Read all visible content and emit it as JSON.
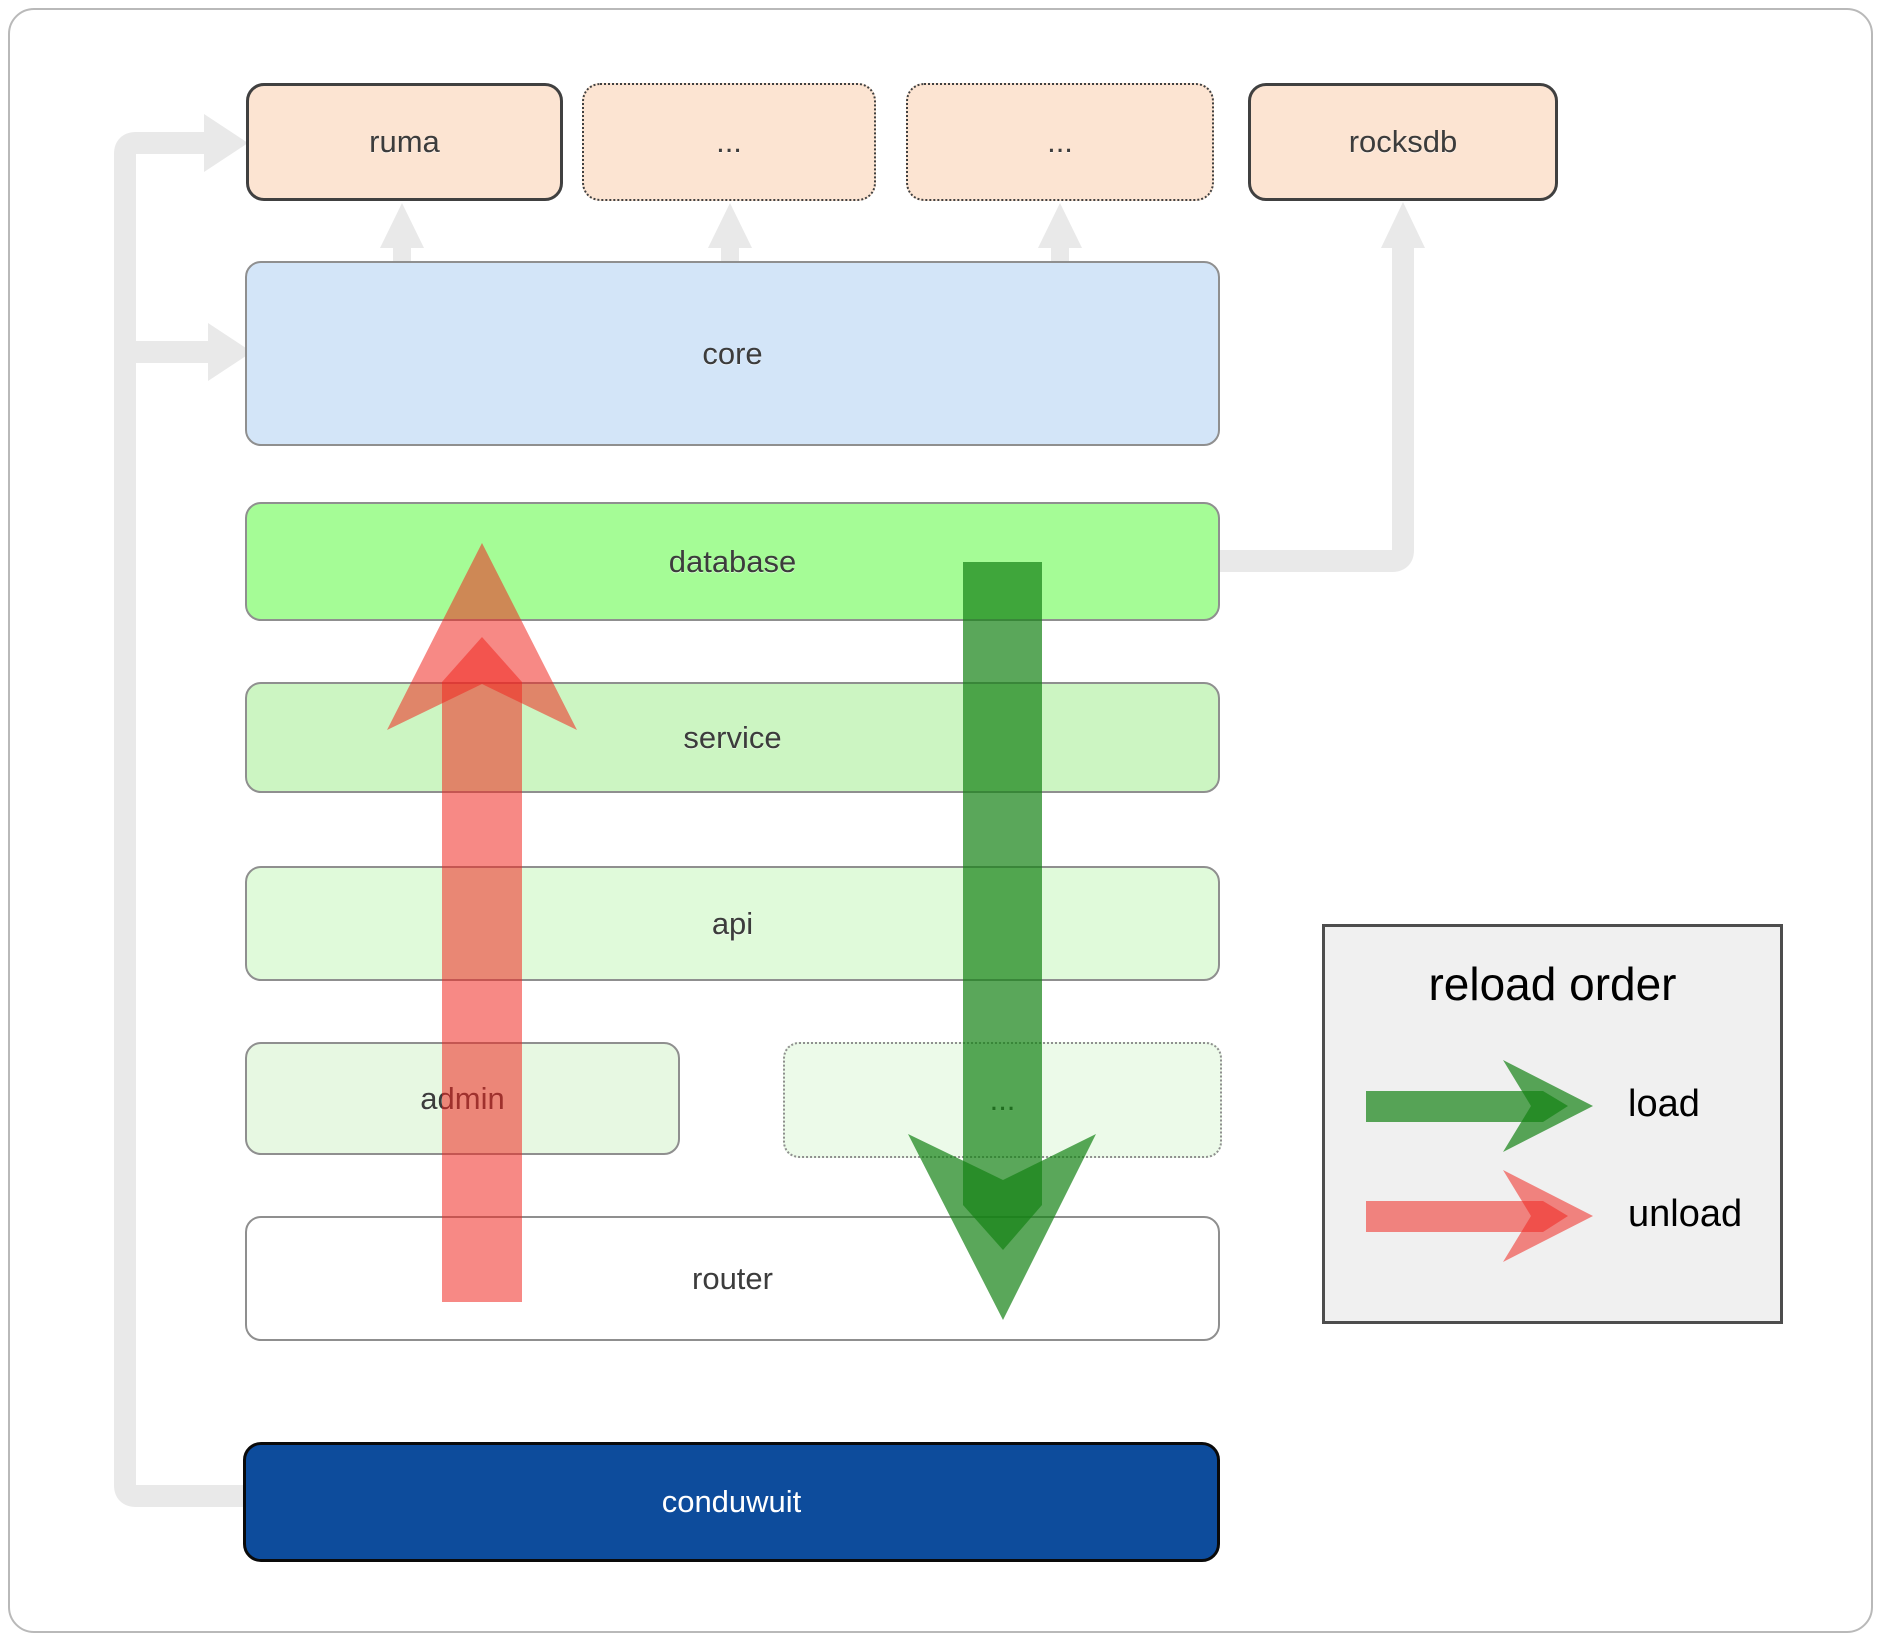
{
  "diagram": {
    "top_row": {
      "ruma_label": "ruma",
      "etc1_label": "...",
      "etc2_label": "...",
      "rocksdb_label": "rocksdb"
    },
    "layers": {
      "core_label": "core",
      "database_label": "database",
      "service_label": "service",
      "api_label": "api",
      "admin_label": "admin",
      "admin_etc_label": "...",
      "router_label": "router",
      "conduwuit_label": "conduwuit"
    }
  },
  "legend": {
    "title": "reload order",
    "load_label": "load",
    "unload_label": "unload"
  },
  "colors": {
    "box_peach_fill": "#fce4d2",
    "box_core_fill": "#d3e5f8",
    "box_database_fill": "#a5fc96",
    "box_service_fill": "#ccf5c2",
    "box_api_fill": "#e0fada",
    "box_admin_fill": "#e7f8e2",
    "box_router_fill": "#ffffff",
    "box_conduwuit_fill": "#0d4c9c",
    "load_arrow_green": "#148214",
    "unload_arrow_red": "#f02820",
    "connector_gray": "#e9e9e9",
    "legend_bg": "#f0f0f0"
  }
}
